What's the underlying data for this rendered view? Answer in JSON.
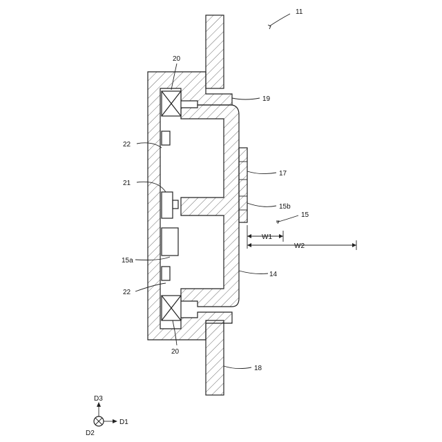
{
  "labels": {
    "ref_11": "11",
    "ref_20_top": "20",
    "ref_19": "19",
    "ref_22_top": "22",
    "ref_17": "17",
    "ref_21": "21",
    "ref_15b": "15b",
    "ref_15": "15",
    "ref_w1": "W1",
    "ref_w2": "W2",
    "ref_15a": "15a",
    "ref_14": "14",
    "ref_22_bottom": "22",
    "ref_20_bottom": "20",
    "ref_18": "18"
  },
  "axes": {
    "d3": "D3",
    "d1": "D1",
    "d2": "D2"
  },
  "colors": {
    "line": "#222222",
    "hatch": "#444444",
    "background": "#ffffff"
  }
}
